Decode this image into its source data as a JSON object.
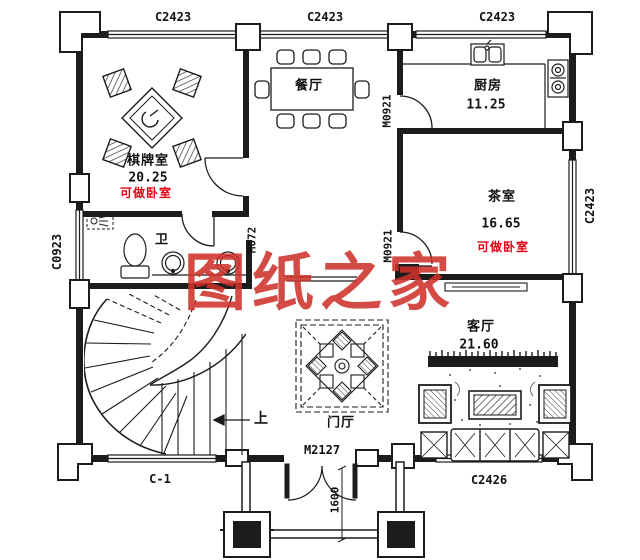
{
  "watermark": "图纸之家",
  "rooms": {
    "chess": {
      "name": "棋牌室",
      "area": "20.25",
      "note": "可做卧室"
    },
    "dining": {
      "name": "餐厅"
    },
    "kitchen": {
      "name": "厨房",
      "area": "11.25"
    },
    "tea": {
      "name": "茶室",
      "area": "16.65",
      "note": "可做卧室"
    },
    "bath": {
      "name": "卫"
    },
    "living": {
      "name": "客厅",
      "area": "21.60"
    },
    "foyer": {
      "name": "门厅"
    }
  },
  "openings": {
    "win_top_left": "C2423",
    "win_top_mid": "C2423",
    "win_top_right": "C2423",
    "win_left": "C0923",
    "win_right": "C2423",
    "win_bottom_left": "C-1",
    "win_bottom_right": "C2426",
    "door_kitchen": "M0921",
    "door_tea": "M0921",
    "door_bath": "M072",
    "door_entry": "M2127",
    "entry_depth": "1600"
  },
  "annotations": {
    "stair_up": "上"
  },
  "colors": {
    "line": "#1c1c1c",
    "note_red": "#e60012",
    "watermark_red": "#cd322a"
  }
}
